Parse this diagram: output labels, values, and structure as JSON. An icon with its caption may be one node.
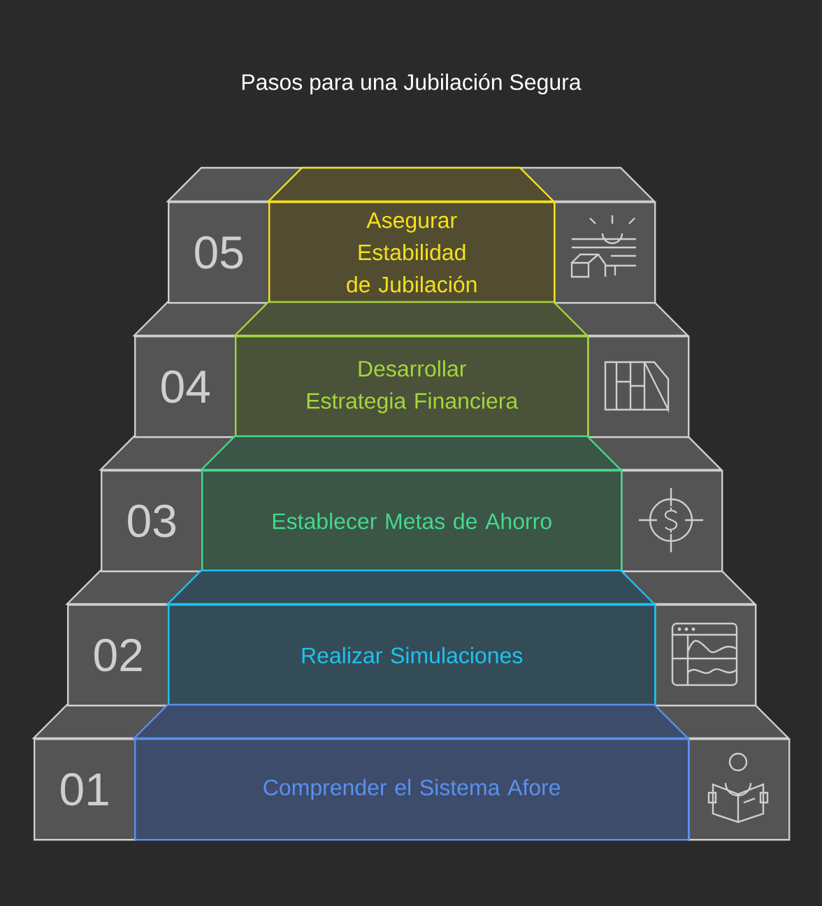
{
  "diagram": {
    "title": "Pasos para una Jubilación Segura",
    "nodes": [
      {
        "text": [
          "05"
        ]
      },
      {
        "text": [
          "Asegurar Estabilidad de Jubilación"
        ]
      },
      {
        "text": [],
        "shape": "box"
      },
      {
        "text": [
          "04"
        ]
      },
      {
        "text": [
          "Desarrollar Estrategia Financiera"
        ]
      },
      {
        "text": [],
        "shape": "box"
      },
      {
        "text": [
          "03"
        ]
      },
      {
        "text": [
          "Establecer Metas de Ahorro"
        ]
      },
      {
        "text": [],
        "shape": "box"
      },
      {
        "text": [
          "02"
        ]
      },
      {
        "text": [
          "Realizar Simulaciones"
        ]
      },
      {
        "text": [],
        "shape": "box"
      },
      {
        "text": [
          "01"
        ]
      },
      {
        "text": [
          "Comprender el Sistema Afore"
        ]
      },
      {
        "text": [],
        "shape": "box"
      }
    ]
  }
}
